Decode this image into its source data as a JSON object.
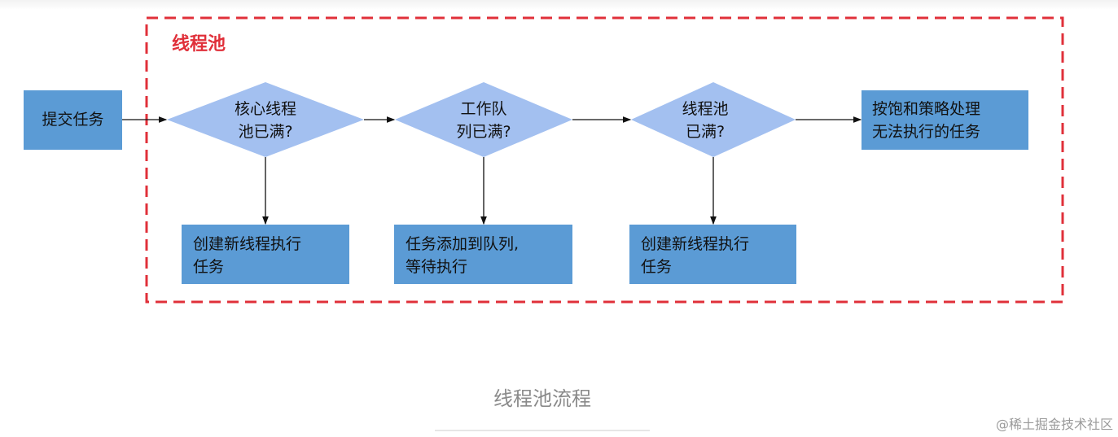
{
  "colors": {
    "box": "#5b9bd5",
    "diamond": "#a3c0f0",
    "pool_border": "#e0303a"
  },
  "pool_label": "线程池",
  "nodes": {
    "submit": "提交任务",
    "core_full": [
      "核心线程",
      "池已满?"
    ],
    "queue_full": [
      "工作队",
      "列已满?"
    ],
    "pool_full": [
      "线程池",
      "已满?"
    ],
    "reject": [
      "按饱和策略处理",
      "无法执行的任务"
    ],
    "create_core": [
      "创建新线程执行",
      "任务"
    ],
    "enqueue": [
      "任务添加到队列,",
      "等待执行"
    ],
    "create_max": [
      "创建新线程执行",
      "任务"
    ]
  },
  "caption": "线程池流程",
  "watermark": "@稀土掘金技术社区"
}
